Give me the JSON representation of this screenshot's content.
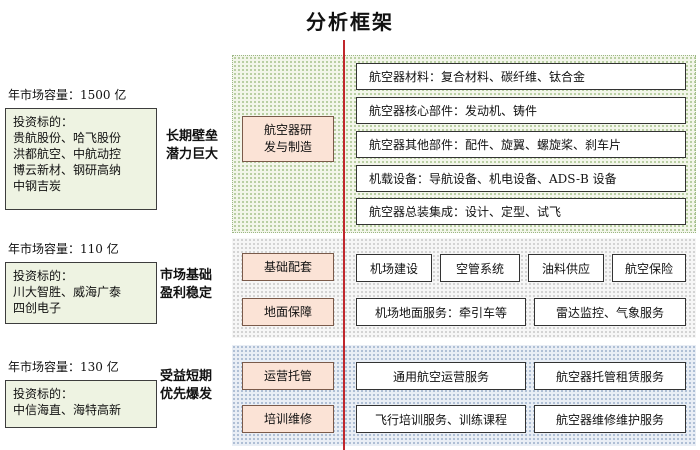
{
  "title": "分析框架",
  "sections": [
    {
      "market_size": "年市场容量：1500 亿",
      "investees_heading": "投资标的：",
      "investees": [
        "贵航股份、哈飞股份",
        "洪都航空、中航动控",
        "博云新材、钢研高纳",
        "中钢吉炭"
      ],
      "slogan": [
        "长期壁垒",
        "潜力巨大"
      ],
      "categories": [
        {
          "label": [
            "航空器研",
            "发与制造"
          ],
          "items": [
            "航空器材料：复合材料、碳纤维、钛合金",
            "航空器核心部件：发动机、铸件",
            "航空器其他部件：配件、旋翼、螺旋桨、刹车片",
            "机载设备：导航设备、机电设备、ADS-B 设备",
            "航空器总装集成：设计、定型、试飞"
          ]
        }
      ]
    },
    {
      "market_size": "年市场容量：110 亿",
      "investees_heading": "投资标的：",
      "investees": [
        "川大智胜、威海广泰",
        "四创电子"
      ],
      "slogan": [
        "市场基础",
        "盈利稳定"
      ],
      "categories": [
        {
          "label": [
            "基础配套"
          ],
          "items": [
            "机场建设",
            "空管系统",
            "油料供应",
            "航空保险"
          ]
        },
        {
          "label": [
            "地面保障"
          ],
          "items": [
            "机场地面服务：牵引车等",
            "雷达监控、气象服务"
          ]
        }
      ]
    },
    {
      "market_size": "年市场容量：130 亿",
      "investees_heading": "投资标的：",
      "investees": [
        "中信海直、海特高新"
      ],
      "slogan": [
        "受益短期",
        "优先爆发"
      ],
      "categories": [
        {
          "label": [
            "运营托管"
          ],
          "items": [
            "通用航空运营服务",
            "航空器托管租赁服务"
          ]
        },
        {
          "label": [
            "培训维修"
          ],
          "items": [
            "飞行培训服务、训练课程",
            "航空器维修维护服务"
          ]
        }
      ]
    }
  ],
  "colors": {
    "divider": "#c0262c",
    "category_fill": "#fbe3d6",
    "investee_fill": "#eef3e2"
  }
}
